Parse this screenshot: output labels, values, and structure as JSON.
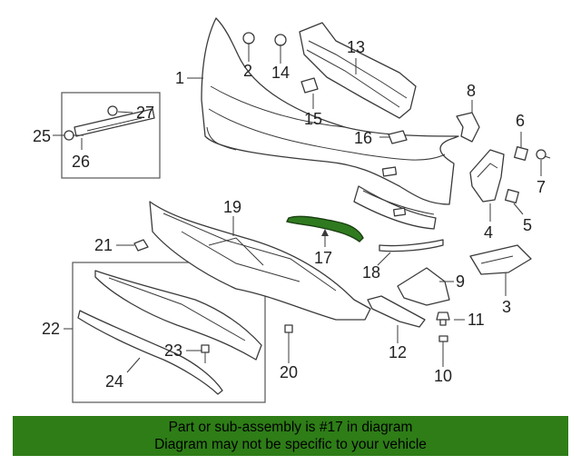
{
  "diagram": {
    "callouts": [
      "1",
      "2",
      "3",
      "4",
      "5",
      "6",
      "7",
      "8",
      "9",
      "10",
      "11",
      "12",
      "13",
      "14",
      "15",
      "16",
      "17",
      "18",
      "19",
      "20",
      "21",
      "22",
      "23",
      "24",
      "25",
      "26",
      "27"
    ],
    "highlighted_part": "17",
    "highlight_color": "#2e7d17"
  },
  "banner": {
    "line1": "Part or sub-assembly is #17 in diagram",
    "line2": "Diagram may not be specific to your vehicle"
  }
}
